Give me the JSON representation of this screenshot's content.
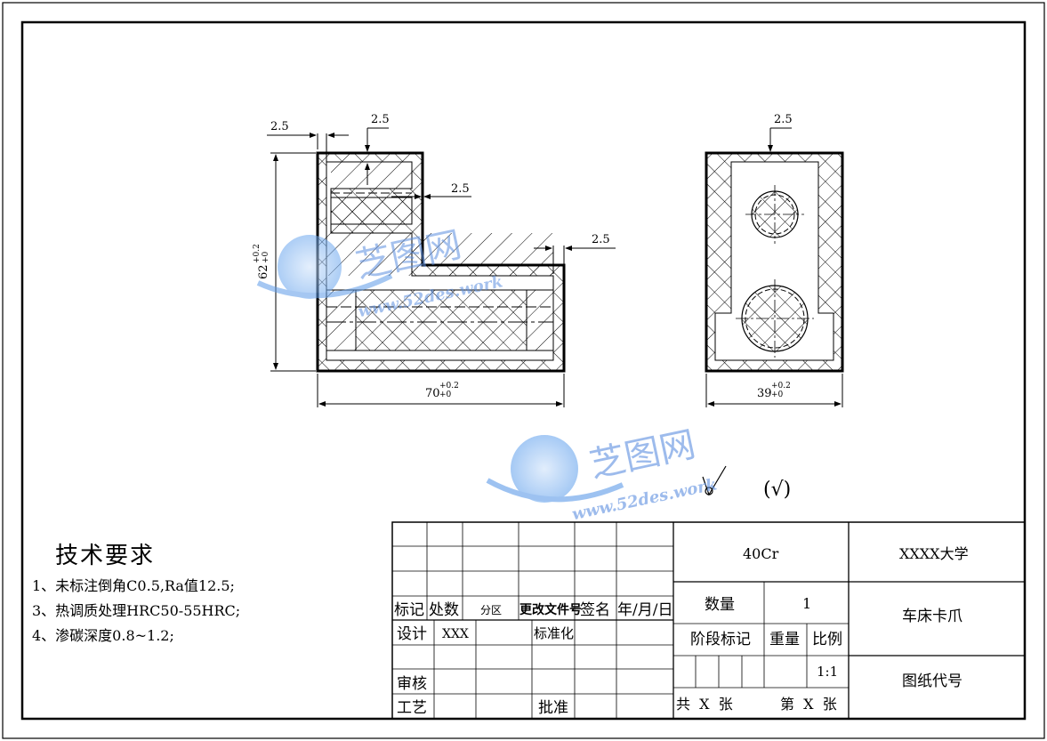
{
  "views": {
    "front": {
      "dims": {
        "chamfer_left": "2.5",
        "chamfer_top": "2.5",
        "step_inner": "2.5",
        "step_right": "2.5",
        "height_value": "62",
        "height_tol_upper": "+0.2",
        "height_tol_lower": "+0",
        "width_value": "70",
        "width_tol_upper": "+0.2",
        "width_tol_lower": "+0"
      }
    },
    "side": {
      "dims": {
        "top": "2.5",
        "width_value": "39",
        "width_tol_upper": "+0.2",
        "width_tol_lower": "+0"
      }
    }
  },
  "surface_finish": {
    "other": "(√)"
  },
  "watermark": {
    "brand": "芝图网",
    "url": "www.52des.work"
  },
  "tech_requirements": {
    "title": "技术要求",
    "items": [
      "1、未标注倒角C0.5,Ra值12.5;",
      "3、热调质处理HRC50-55HRC;",
      "4、渗碳深度0.8~1.2;"
    ]
  },
  "title_block": {
    "material": "40Cr",
    "school": "XXXX大学",
    "part_name": "车床卡爪",
    "drawing_code": "图纸代号",
    "quantity_label": "数量",
    "quantity_value": "1",
    "stage_label": "阶段标记",
    "weight_label": "重量",
    "scale_label": "比例",
    "scale_value": "1:1",
    "sheets_total": "共  X  张",
    "sheet_index": "第  X  张",
    "change_headers": [
      "标记",
      "处数",
      "分区",
      "更改文件号",
      "签名",
      "年/月/日"
    ],
    "design_label": "设计",
    "designer": "XXX",
    "standard_label": "标准化",
    "review_label": "审核",
    "process_label": "工艺",
    "approve_label": "批准"
  }
}
